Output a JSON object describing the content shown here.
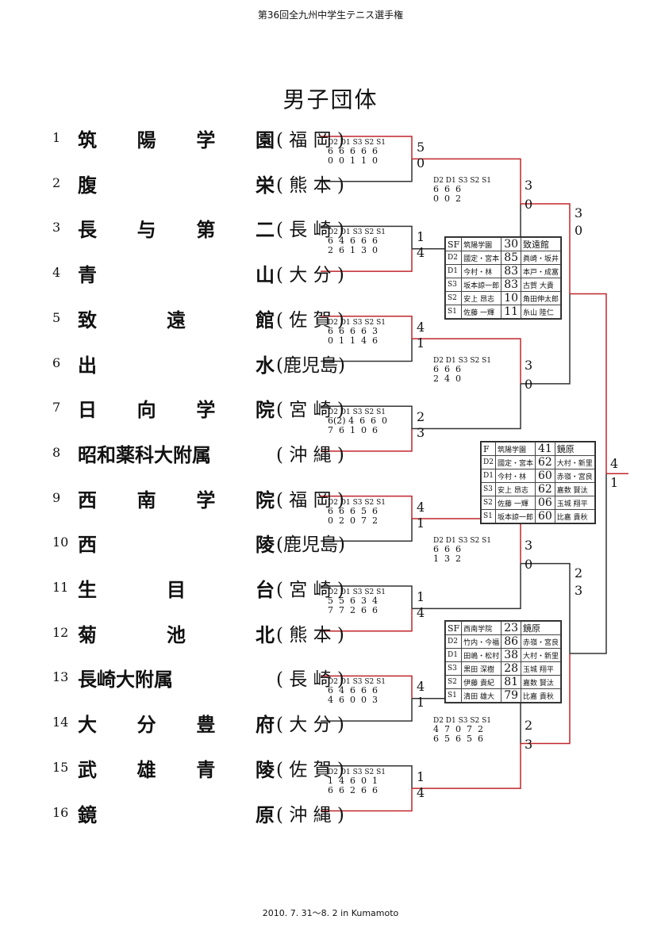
{
  "header": "第36回全九州中学生テニス選手権",
  "title": "男子団体",
  "footer": "2010. 7. 31～8. 2  in  Kumamoto",
  "teams": [
    {
      "seed": "1",
      "name": "筑陽学園",
      "pref": "( 福 岡 )"
    },
    {
      "seed": "2",
      "name": "腹栄",
      "pref": "( 熊 本 )"
    },
    {
      "seed": "3",
      "name": "長与第二",
      "pref": "( 長 崎 )"
    },
    {
      "seed": "4",
      "name": "青山",
      "pref": "( 大 分 )"
    },
    {
      "seed": "5",
      "name": "致遠館",
      "pref": "( 佐 賀 )"
    },
    {
      "seed": "6",
      "name": "出水",
      "pref": "(鹿児島)"
    },
    {
      "seed": "7",
      "name": "日向学院",
      "pref": "( 宮 崎 )"
    },
    {
      "seed": "8",
      "name": "昭和薬科大附属",
      "pref": "( 沖 縄 )"
    },
    {
      "seed": "9",
      "name": "西南学院",
      "pref": "( 福 岡 )"
    },
    {
      "seed": "10",
      "name": "西陵",
      "pref": "(鹿児島)"
    },
    {
      "seed": "11",
      "name": "生目台",
      "pref": "( 宮 崎 )"
    },
    {
      "seed": "12",
      "name": "菊池北",
      "pref": "( 熊 本 )"
    },
    {
      "seed": "13",
      "name": "長崎大附属",
      "pref": "( 長 崎 )"
    },
    {
      "seed": "14",
      "name": "大分豊府",
      "pref": "( 大 分 )"
    },
    {
      "seed": "15",
      "name": "武雄青陵",
      "pref": "( 佐 賀 )"
    },
    {
      "seed": "16",
      "name": "鏡原",
      "pref": "( 沖 縄 )"
    }
  ],
  "cols": "D2 D1 S3 S2 S1",
  "r1": [
    {
      "top": "6  6  6  6  6",
      "bot": "0  0  1  1  0",
      "s1": "5",
      "s2": "0"
    },
    {
      "top": "6  4  6  6  6",
      "bot": "2  6  1  3  0",
      "s1": "1",
      "s2": "4"
    },
    {
      "top": "6  6  6  6  3",
      "bot": "0  1  1  4  6",
      "s1": "4",
      "s2": "1"
    },
    {
      "top": "6(2) 4  6  6  0",
      "bot": "7  6  1  0  6",
      "s1": "2",
      "s2": "3"
    },
    {
      "top": "6  6  6  5  6",
      "bot": "0  2  0  7  2",
      "s1": "4",
      "s2": "1"
    },
    {
      "top": "5  5  6  3  4",
      "bot": "7  7  2  6  6",
      "s1": "1",
      "s2": "4"
    },
    {
      "top": "6  4  6  6  6",
      "bot": "4  6  0  0  3",
      "s1": "4",
      "s2": "1"
    },
    {
      "top": "1  4  6  0  1",
      "bot": "6  6  2  6  6",
      "s1": "1",
      "s2": "4"
    }
  ],
  "r2": [
    {
      "top": "6  6  6",
      "bot": "0  0  2",
      "s1": "3",
      "s2": "0"
    },
    {
      "top": "6  6  6",
      "bot": "2  4  0",
      "s1": "3",
      "s2": "0"
    },
    {
      "top": "6  6  6",
      "bot": "1  3  2",
      "s1": "3",
      "s2": "0"
    },
    {
      "top": "4  7  0  7  2",
      "bot": "6  5  6  5  6",
      "s1": "2",
      "s2": "3"
    }
  ],
  "r3": [
    {
      "s1": "3",
      "s2": "0"
    },
    {
      "s1": "2",
      "s2": "3"
    }
  ],
  "final": {
    "s1": "4",
    "s2": "1"
  },
  "boxes": [
    {
      "rnd": "SF",
      "left": "筑陽学園",
      "score": "30",
      "right": "致遠館",
      "rows": [
        [
          "D2",
          "國定・宮本",
          "85",
          "眞崎・坂井"
        ],
        [
          "D1",
          "今村・林",
          "83",
          "本戸・成富"
        ],
        [
          "S3",
          "坂本諒一郎",
          "83",
          "古賀 大貴"
        ],
        [
          "S2",
          "安上 昂志",
          "10",
          "角田伸太郎"
        ],
        [
          "S1",
          "佐藤 一輝",
          "11",
          "糸山 陸仁"
        ]
      ]
    },
    {
      "rnd": "F",
      "left": "筑陽学園",
      "score": "41",
      "right": "鏡原",
      "rows": [
        [
          "D2",
          "國定・宮本",
          "62",
          "大村・新里"
        ],
        [
          "D1",
          "今村・林",
          "60",
          "赤嶺・宮良"
        ],
        [
          "S3",
          "安上 昂志",
          "62",
          "嘉数 賢汰"
        ],
        [
          "S2",
          "佐藤 一輝",
          "06",
          "玉城 翔平"
        ],
        [
          "S1",
          "坂本諒一郎",
          "60",
          "比嘉 貴秋"
        ]
      ]
    },
    {
      "rnd": "SF",
      "left": "西南学院",
      "score": "23",
      "right": "鏡原",
      "rows": [
        [
          "D2",
          "竹内・今福",
          "86",
          "赤嶺・宮良"
        ],
        [
          "D1",
          "田嶋・松村",
          "38",
          "大村・新里"
        ],
        [
          "S3",
          "黒田 深樹",
          "28",
          "玉城 翔平"
        ],
        [
          "S2",
          "伊藤 貴紀",
          "81",
          "嘉数 賢汰"
        ],
        [
          "S1",
          "清田 雄大",
          "79",
          "比嘉 貴秋"
        ]
      ]
    }
  ]
}
